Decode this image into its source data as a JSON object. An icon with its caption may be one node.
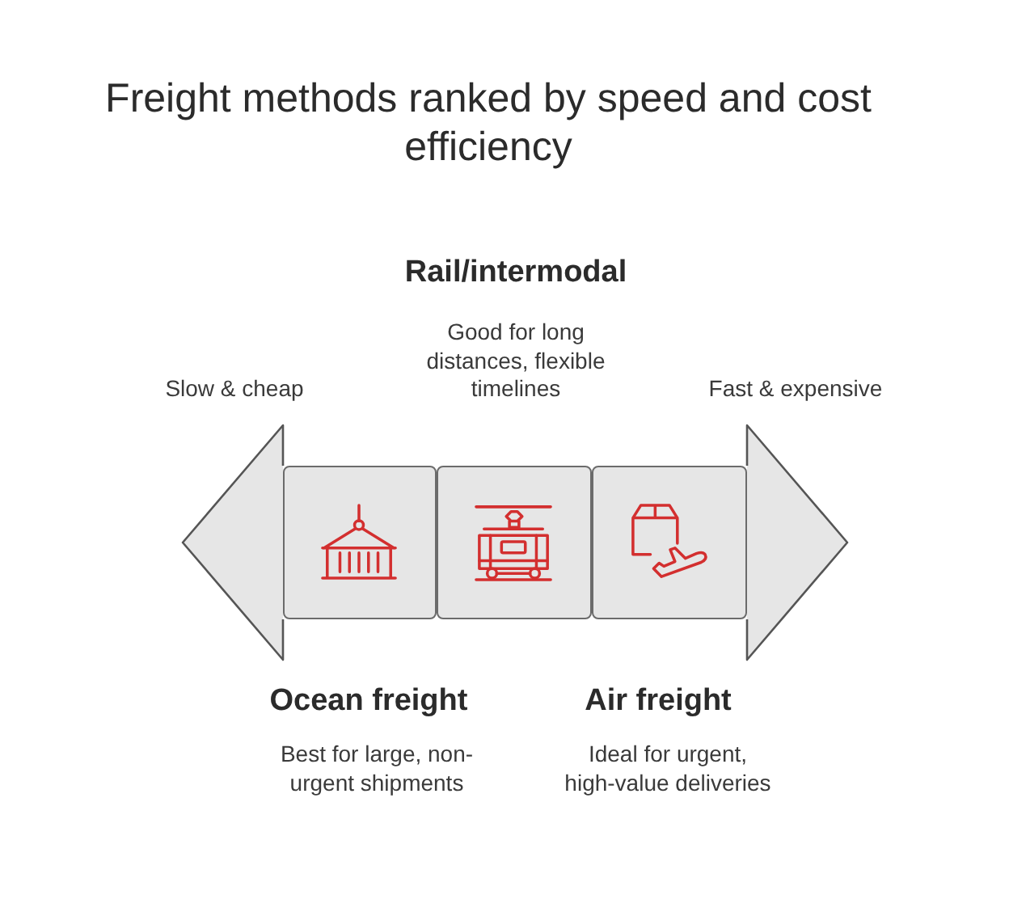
{
  "diagram": {
    "title": "Freight methods ranked by speed and cost efficiency",
    "nodes": [
      {
        "text": [
          "Slow & cheap"
        ]
      },
      {
        "text": [
          "Ocean freight",
          "Best for large, non-urgent shipments"
        ]
      },
      {
        "text": [
          "Rail/intermodal",
          "Good for long distances, flexible timelines"
        ]
      },
      {
        "text": [
          "Air freight",
          "Ideal for urgent, high-value deliveries"
        ]
      },
      {
        "text": [
          "Fast & expensive"
        ]
      }
    ]
  }
}
